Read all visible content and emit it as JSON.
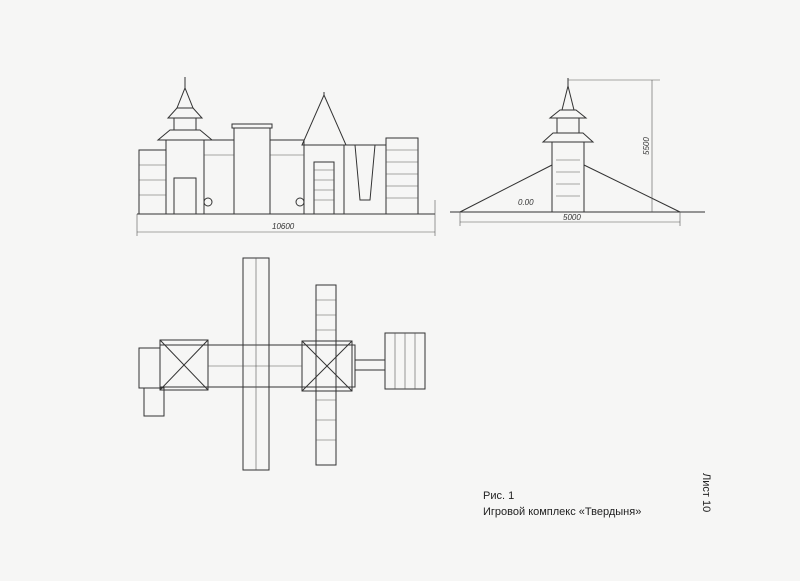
{
  "drawing": {
    "front_elevation": {
      "width_dimension": "10600"
    },
    "side_elevation": {
      "width_dimension": "5000",
      "height_dimension": "5500",
      "level_mark": "0.00"
    }
  },
  "caption": {
    "figure_label": "Рис. 1",
    "title": "Игровой комплекс «Твердыня»"
  },
  "sheet_label": "Лист 10"
}
